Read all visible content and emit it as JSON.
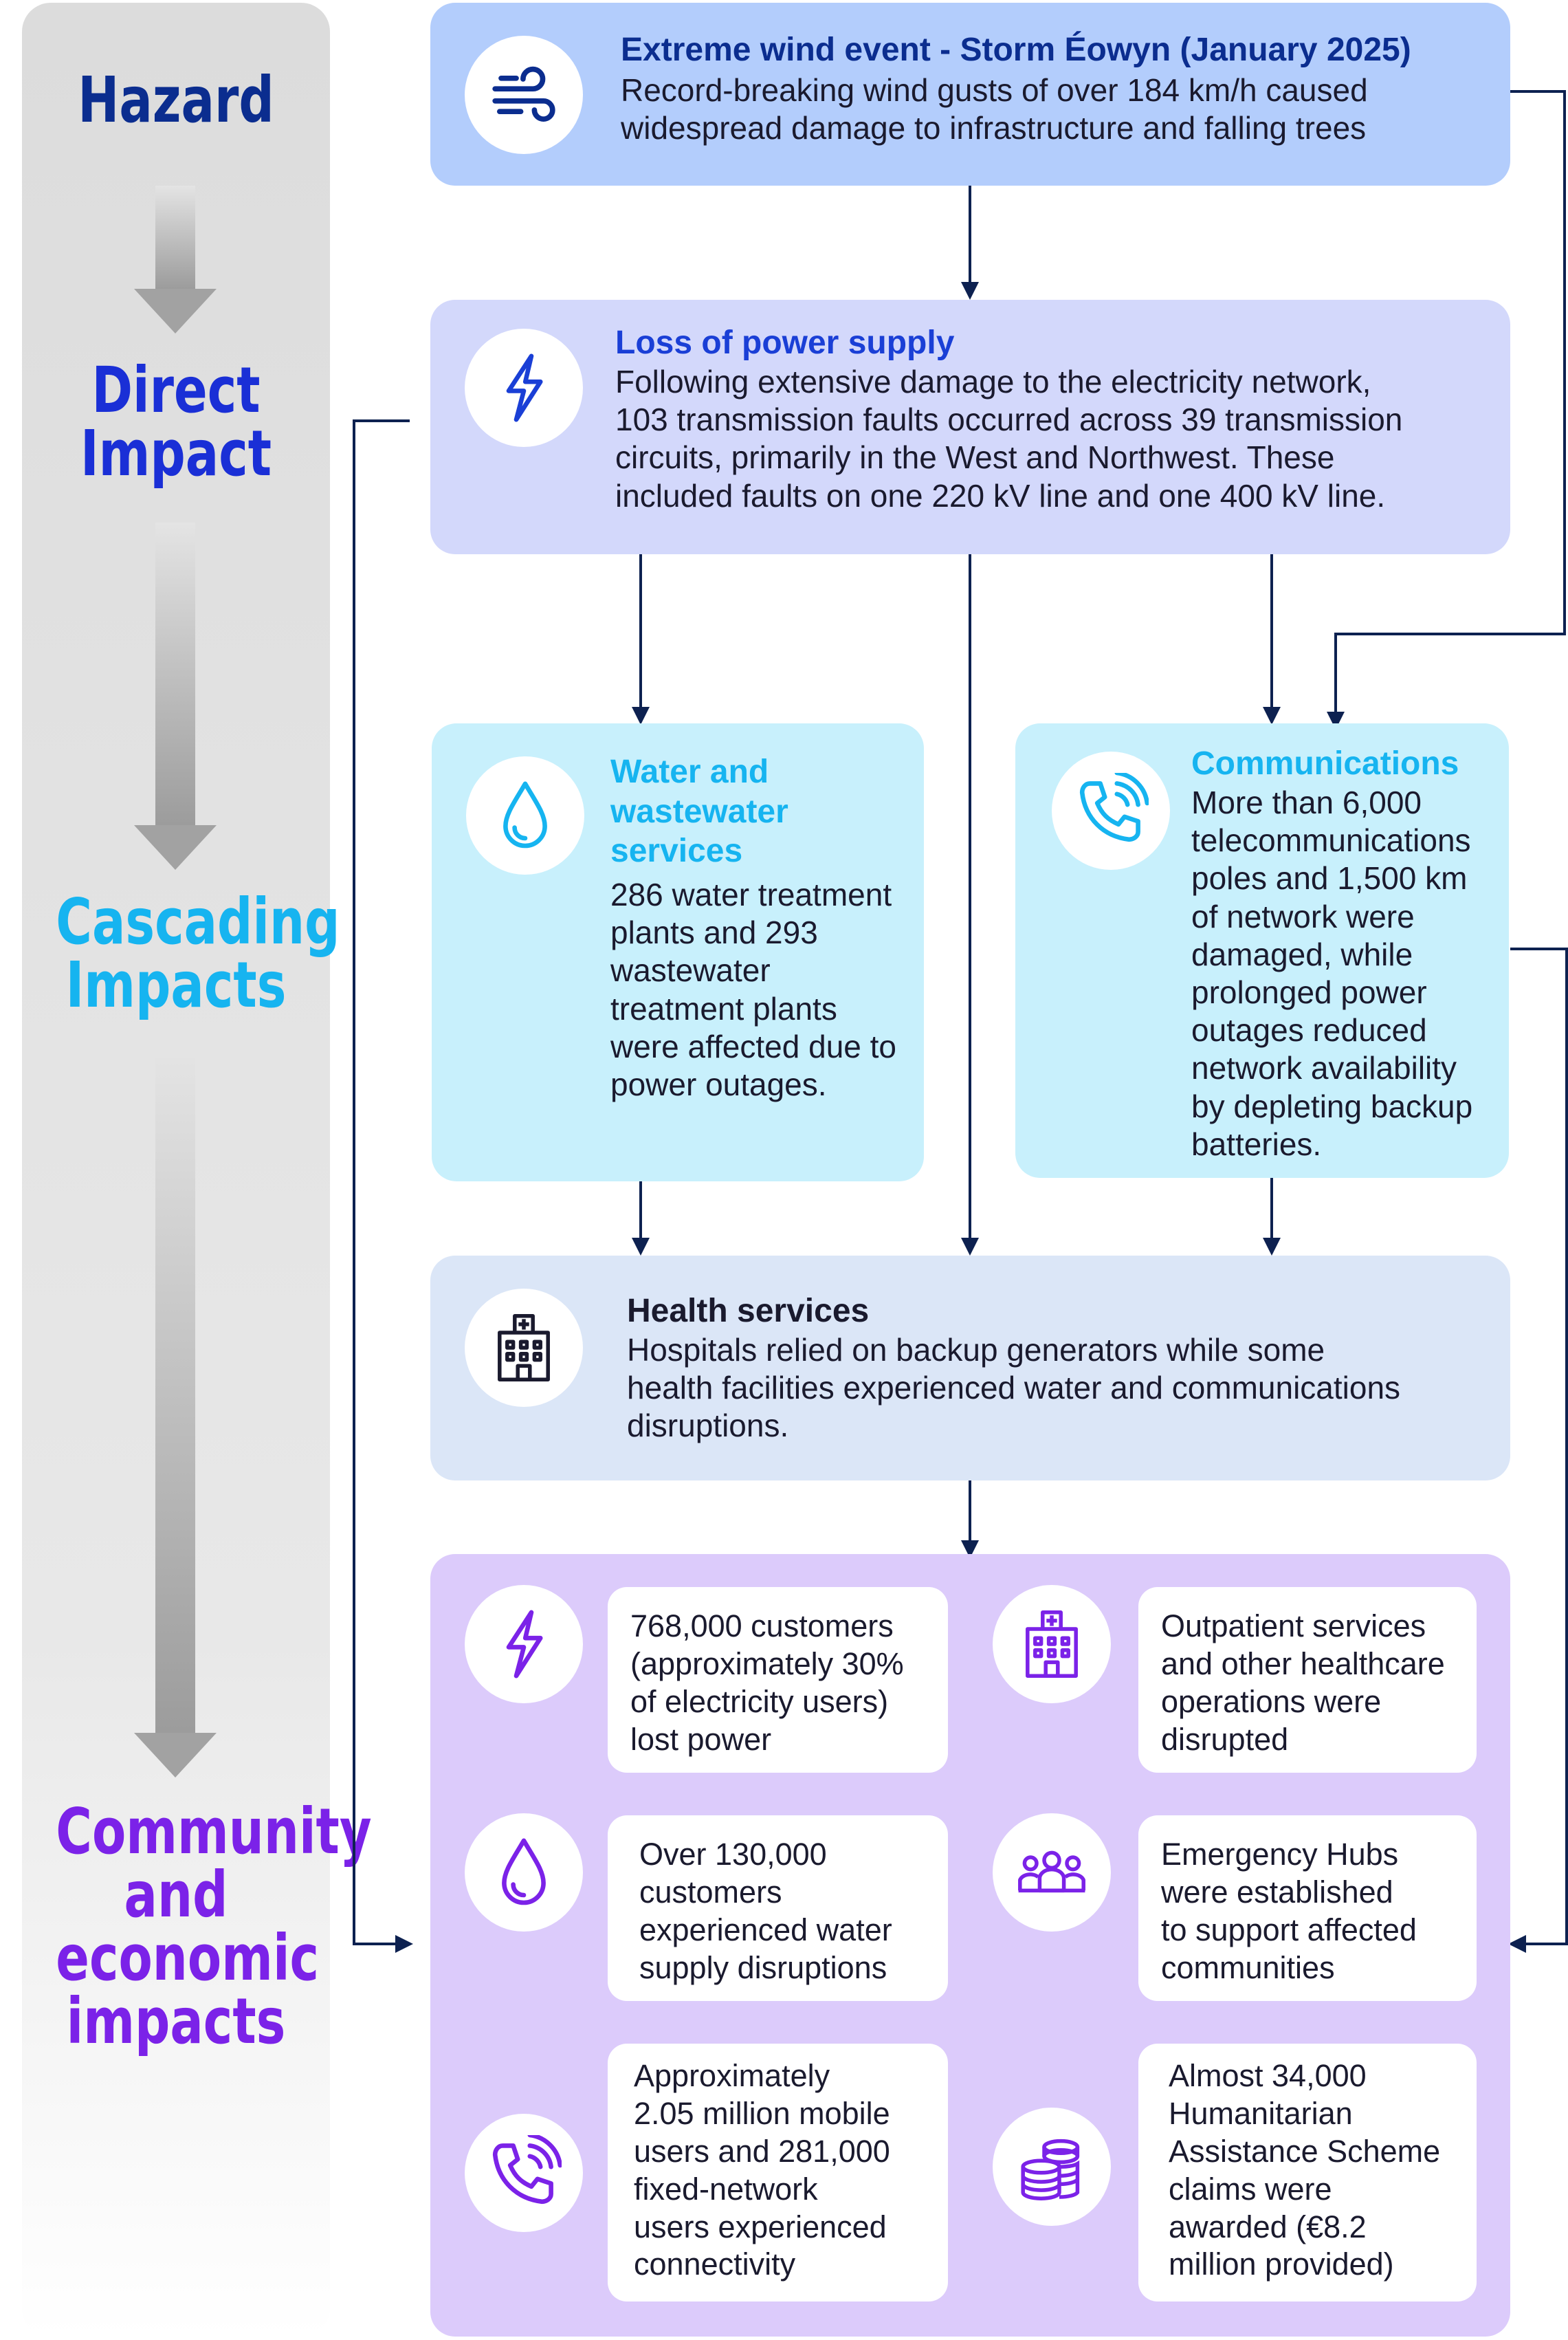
{
  "stages": {
    "hazard": {
      "lines": [
        "Hazard"
      ],
      "color": "#0b2d8f"
    },
    "direct": {
      "lines": [
        "Direct",
        "Impact"
      ],
      "color": "#1a2fd6"
    },
    "cascading": {
      "lines": [
        "Cascading",
        "Impacts"
      ],
      "color": "#16b4f0"
    },
    "community": {
      "lines": [
        "Community",
        "and",
        "economic",
        "impacts"
      ],
      "color": "#7b22e8"
    }
  },
  "hazard": {
    "icon": "wind-icon",
    "title": "Extreme wind event - Storm Éowyn (January 2025)",
    "lines": [
      "Record-breaking wind gusts of over 184 km/h caused",
      "widespread damage to infrastructure and falling trees"
    ]
  },
  "power": {
    "icon": "lightning-icon",
    "title": "Loss of power supply",
    "lines": [
      "Following extensive damage to the electricity network,",
      "103 transmission faults occurred across 39 transmission",
      "circuits, primarily in the West and Northwest. These",
      "included faults on one 220 kV line and one 400 kV line."
    ]
  },
  "water": {
    "icon": "water-drop-icon",
    "title_lines": [
      "Water and",
      "wastewater",
      "services"
    ],
    "lines": [
      "286 water treatment",
      "plants and 293",
      "wastewater",
      "treatment plants",
      "were affected due to",
      "power outages."
    ]
  },
  "comms": {
    "icon": "phone-icon",
    "title": "Communications",
    "lines": [
      "More than 6,000",
      "telecommunications",
      "poles and 1,500 km",
      "of network were",
      "damaged, while",
      "prolonged power",
      "outages reduced",
      "network availability",
      "by depleting backup",
      "batteries."
    ]
  },
  "health": {
    "icon": "hospital-icon",
    "title": "Health services",
    "lines": [
      "Hospitals relied on backup generators while some",
      "health facilities experienced water and communications",
      "disruptions."
    ]
  },
  "community": {
    "items": [
      {
        "icon": "lightning-icon",
        "lines": [
          "768,000 customers",
          "(approximately 30%",
          "of electricity users)",
          "lost power"
        ]
      },
      {
        "icon": "hospital-icon",
        "lines": [
          "Outpatient services",
          "and other healthcare",
          "operations were",
          "disrupted"
        ]
      },
      {
        "icon": "water-drop-icon",
        "lines": [
          "Over 130,000",
          "customers",
          "experienced water",
          "supply disruptions"
        ]
      },
      {
        "icon": "people-group-icon",
        "lines": [
          "Emergency Hubs",
          "were established",
          "to support affected",
          "communities"
        ]
      },
      {
        "icon": "phone-icon",
        "lines": [
          "Approximately",
          "2.05 million mobile",
          "users and 281,000",
          "fixed-network",
          "users experienced",
          "connectivity"
        ]
      },
      {
        "icon": "coins-icon",
        "lines": [
          "Almost 34,000",
          "Humanitarian",
          "Assistance Scheme",
          "claims were",
          "awarded (€8.2",
          "million provided)"
        ]
      }
    ]
  },
  "colors": {
    "hazard_box": "#b3cdfc",
    "power_box": "#d3d8fb",
    "water_box": "#c8f0fc",
    "comms_box": "#c8f0fc",
    "health_box": "#dbe6f7",
    "community_box": "#dccbfb",
    "navy_title": "#0b2d8f",
    "blue_title": "#1a3fd6",
    "cyan_title": "#16b4f0",
    "purple_icon": "#7b22e8",
    "arrow": "#0d2150"
  }
}
